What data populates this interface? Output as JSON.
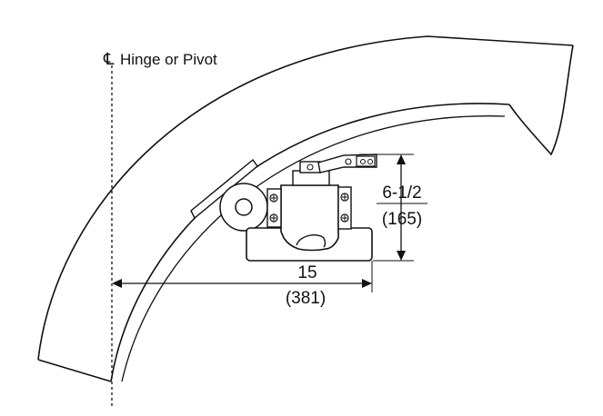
{
  "labels": {
    "centerline_symbol": "℄",
    "hinge": "Hinge or Pivot",
    "height_in": "6-1/2",
    "height_mm": "(165)",
    "width_in": "15",
    "width_mm": "(381)"
  },
  "colors": {
    "line": "#111111",
    "background": "#ffffff"
  }
}
